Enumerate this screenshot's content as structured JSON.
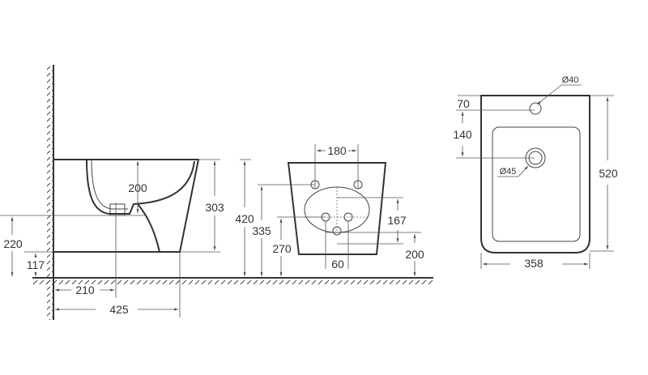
{
  "title": "Wall-hung bidet dimension drawing",
  "colors": {
    "line": "#333333",
    "background": "#ffffff"
  },
  "side_view": {
    "bowl_depth": "200",
    "height": "303",
    "drain_height": "220",
    "bottom_height": "117",
    "drain_distance": "210",
    "length": "425"
  },
  "front_view": {
    "bolt_spacing": "180",
    "top_height": "420",
    "bolt_height": "335",
    "inlet_height": "270",
    "oval_height": "167",
    "outlet_height": "200",
    "inlet_spacing": "60"
  },
  "top_view": {
    "tap_hole_diameter": "Ø40",
    "tap_hole_offset": "70",
    "drain_offset": "140",
    "drain_diameter": "Ø45",
    "length": "520",
    "width": "358"
  }
}
